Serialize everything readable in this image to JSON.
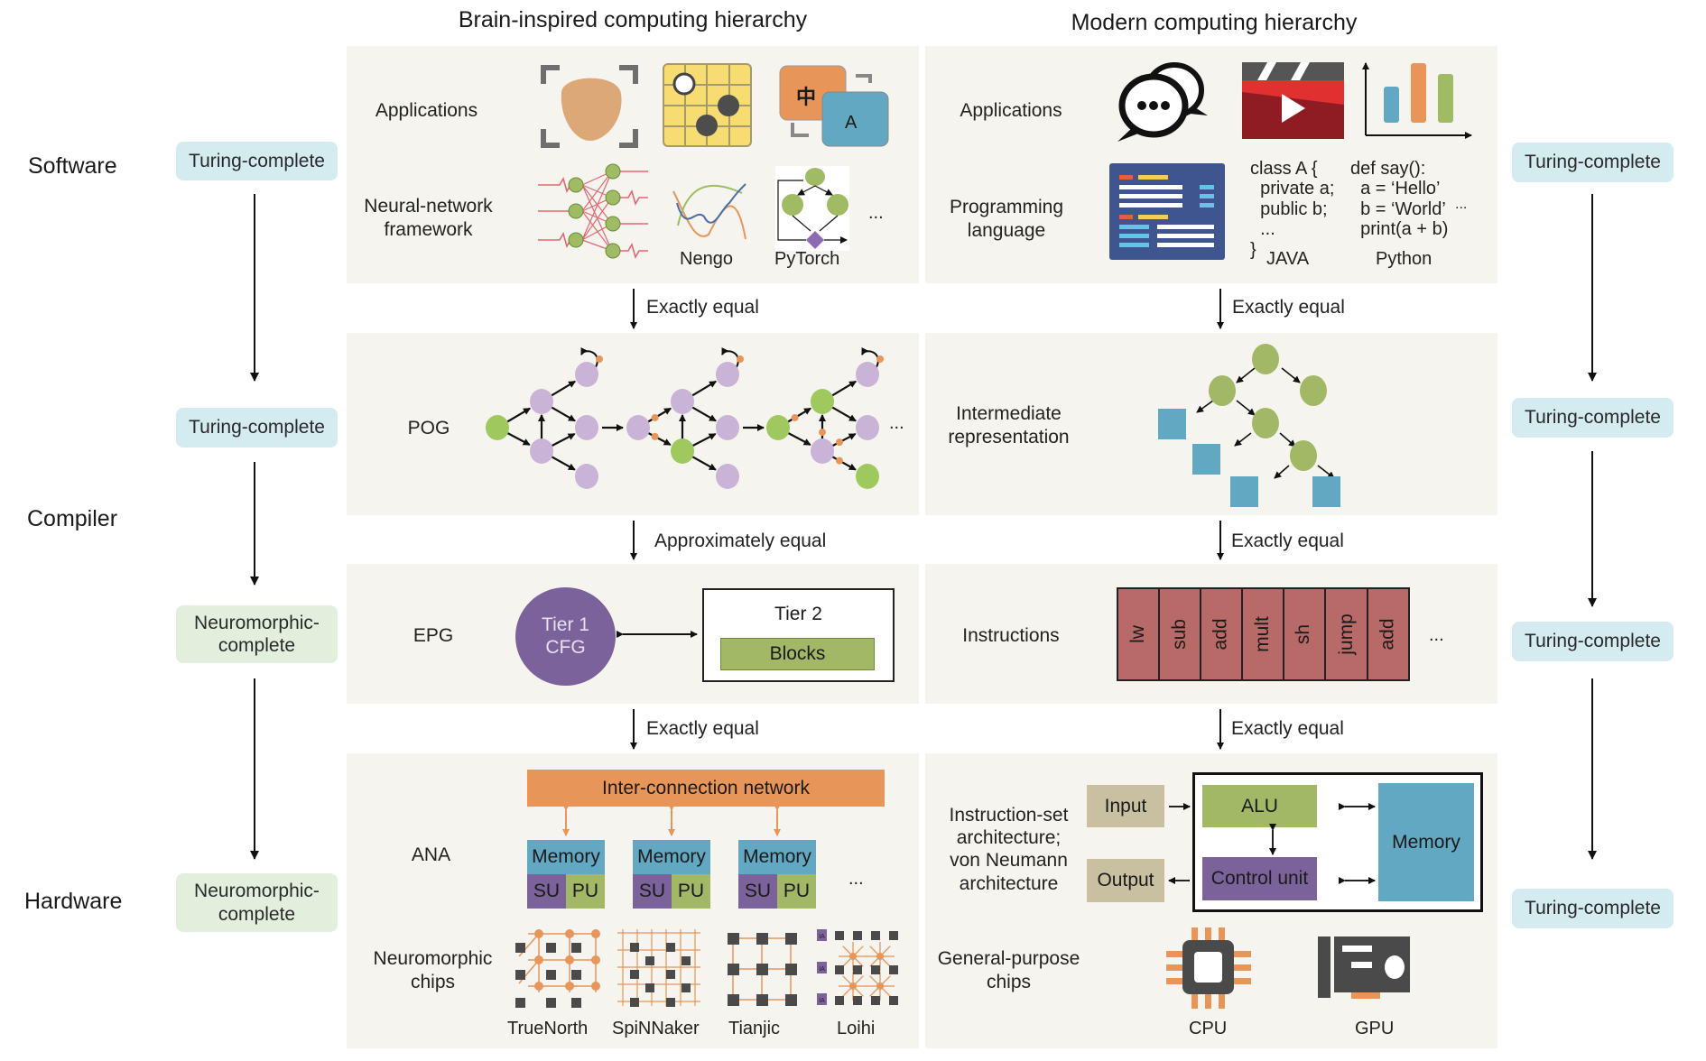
{
  "headers": {
    "left": "Brain-inspired computing hierarchy",
    "right": "Modern computing hierarchy"
  },
  "levels": {
    "software": "Software",
    "compiler": "Compiler",
    "hardware": "Hardware"
  },
  "left_completeness": [
    "Turing-complete",
    "Turing-complete",
    "Neuromorphic-\ncomplete",
    "Neuromorphic-\ncomplete"
  ],
  "right_completeness": [
    "Turing-complete",
    "Turing-complete",
    "Turing-complete",
    "Turing-complete"
  ],
  "brain": {
    "applications_label": "Applications",
    "nn_framework_label": "Neural-network\nframework",
    "nn_items": [
      "Nengo",
      "PyTorch"
    ],
    "ellipsis": "...",
    "translate_glyphs": {
      "source": "中",
      "target": "A"
    },
    "arrow1": "Exactly equal",
    "pog_label": "POG",
    "arrow2": "Approximately equal",
    "epg_label": "EPG",
    "tier1": "Tier 1\nCFG",
    "tier2": "Tier 2",
    "blocks": "Blocks",
    "arrow3": "Exactly equal",
    "ana_label": "ANA",
    "interconnect": "Inter-connection network",
    "cores": [
      {
        "memory": "Memory",
        "su": "SU",
        "pu": "PU"
      },
      {
        "memory": "Memory",
        "su": "SU",
        "pu": "PU"
      },
      {
        "memory": "Memory",
        "su": "SU",
        "pu": "PU"
      }
    ],
    "neuromorphic_label": "Neuromorphic\nchips",
    "chips": [
      "TrueNorth",
      "SpiNNaker",
      "Tianjic",
      "Loihi"
    ],
    "loihi_tag": "IA"
  },
  "modern": {
    "applications_label": "Applications",
    "programming_label": "Programming\nlanguage",
    "java_code": "class A {\n  private a;\n  public b;\n  ...\n}",
    "java_label": "JAVA",
    "python_code": "def say():\n  a = ‘Hello’\n  b = ‘World’\n  print(a + b)",
    "python_label": "Python",
    "code_ellipsis": "...",
    "arrow1": "Exactly equal",
    "ir_label": "Intermediate\nrepresentation",
    "arrow2": "Exactly equal",
    "instructions_label": "Instructions",
    "instructions": [
      "lw",
      "sub",
      "add",
      "mult",
      "sh",
      "jump",
      "add"
    ],
    "ellipsis": "...",
    "arrow3": "Exactly equal",
    "isa_label": "Instruction-set\narchitecture;\nvon Neumann\narchitecture",
    "input": "Input",
    "output": "Output",
    "alu": "ALU",
    "control_unit": "Control unit",
    "memory": "Memory",
    "gp_label": "General-purpose\nchips",
    "chips": [
      "CPU",
      "GPU"
    ]
  },
  "colors": {
    "panel_bg": "#f5f4ee",
    "turing_box": "#d4ebf0",
    "neuro_box": "#e3efdc",
    "green": "#9fbb63",
    "lilac": "#c9b3d7",
    "purple": "#7b629a",
    "orange": "#e8955a",
    "blue": "#62a8c2",
    "brick": "#b86a68",
    "tan": "#c8c0a0",
    "dark": "#4a4a4a"
  }
}
